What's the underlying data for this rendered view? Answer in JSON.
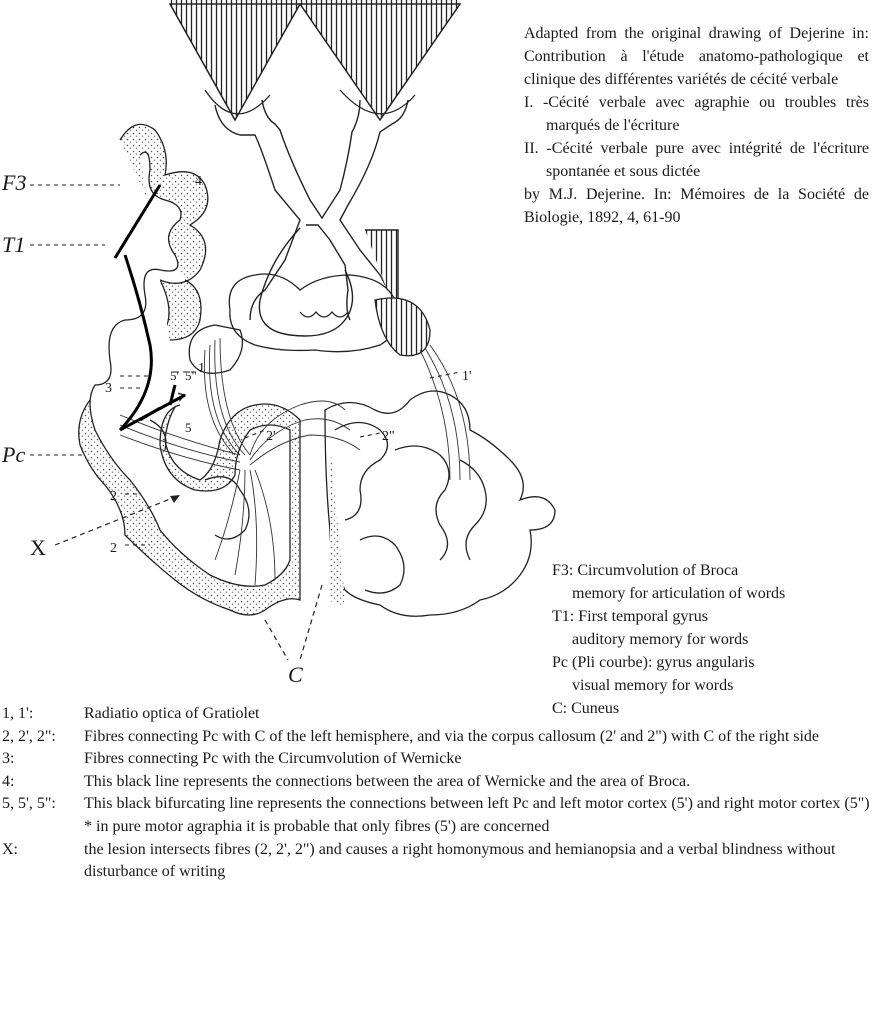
{
  "note": {
    "line1": "Adapted from the original drawing of Dejerine in: Contribution à l'étude anatomo-pathologique et clinique des différentes variétés de cécité verbale",
    "item1": "I. -Cécité verbale avec agraphie ou troubles très marqués de l'écriture",
    "item2": "II. -Cécité verbale pure avec intégrité de l'écriture spontanée et sous dictée",
    "source": "by M.J. Dejerine. In: Mémoires de la Société de Biologie, 1892, 4, 61-90"
  },
  "diagram_labels": {
    "f3": "F3",
    "t1": "T1",
    "pc": "Pc",
    "x": "X",
    "c": "C",
    "n1": "1",
    "n1p": "1'",
    "n2a": "2",
    "n2b": "2",
    "n2p": "2'",
    "n2pp": "2\"",
    "n3": "3",
    "n4": "4",
    "n5": "5",
    "n5p": "5'",
    "n5pp": "5\""
  },
  "legend_right": [
    {
      "main": "F3: Circumvolution of Broca",
      "sub": "memory for articulation of words"
    },
    {
      "main": "T1: First temporal gyrus",
      "sub": "auditory memory for words"
    },
    {
      "main": "Pc (Pli courbe): gyrus angularis",
      "sub": "visual memory for words"
    },
    {
      "main": "C: Cuneus",
      "sub": ""
    }
  ],
  "footer": [
    {
      "key": "1, 1':",
      "text": "Radiatio optica of Gratiolet"
    },
    {
      "key": "2, 2', 2\":",
      "text": "Fibres connecting Pc with C of the left hemisphere, and via the corpus callosum (2' and 2\") with C of the right side"
    },
    {
      "key": "3:",
      "text": "Fibres connecting Pc with the Circumvolution of Wernicke"
    },
    {
      "key": "4:",
      "text": "This black line represents the connections between the area of Wernicke and the area of Broca."
    },
    {
      "key": "5, 5', 5\":",
      "text": "This black bifurcating line represents the connections between left Pc and left motor cortex (5') and right motor cortex (5\")"
    },
    {
      "key": "",
      "text": "* in pure motor agraphia it is probable that only fibres (5') are concerned"
    },
    {
      "key": "X:",
      "text": "the lesion intersects fibres (2, 2', 2\") and causes a right homonymous and hemianopsia and a verbal blindness without disturbance of writing"
    }
  ]
}
